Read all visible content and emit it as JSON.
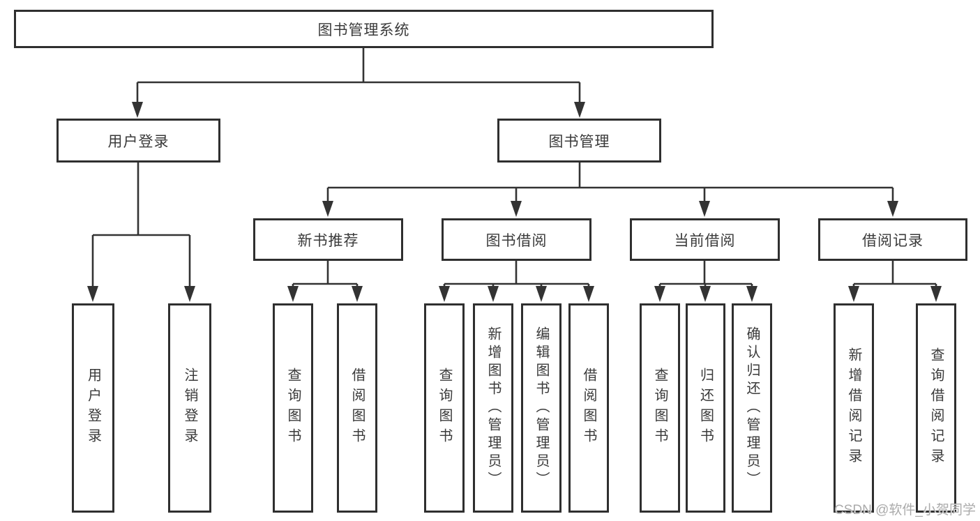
{
  "diagram": {
    "root": {
      "label": "图书管理系统"
    },
    "level2": {
      "user_login": {
        "label": "用户登录"
      },
      "book_mgmt": {
        "label": "图书管理"
      }
    },
    "level3": {
      "new_rec": {
        "label": "新书推荐"
      },
      "book_borrow": {
        "label": "图书借阅"
      },
      "cur_borrow": {
        "label": "当前借阅"
      },
      "borrow_rec": {
        "label": "借阅记录"
      }
    },
    "leaves": {
      "user_login_leaf": {
        "label": "用户登录"
      },
      "logout_leaf": {
        "label": "注销登录"
      },
      "rec_query_books": {
        "label": "查询图书"
      },
      "rec_borrow_books": {
        "label": "借阅图书"
      },
      "bb_query_books": {
        "label": "查询图书"
      },
      "bb_add_books": {
        "label": "新增图书（管理员）"
      },
      "bb_edit_books": {
        "label": "编辑图书（管理员）"
      },
      "bb_borrow_books": {
        "label": "借阅图书"
      },
      "cb_query_books": {
        "label": "查询图书"
      },
      "cb_return_books": {
        "label": "归还图书"
      },
      "cb_confirm_return": {
        "label": "确认归还（管理员）"
      },
      "br_add_record": {
        "label": "新增借阅记录"
      },
      "br_query_record": {
        "label": "查询借阅记录"
      }
    },
    "watermark": "CSDN @软件_小贺同学",
    "colors": {
      "line": "#333333",
      "border": "#2f2f2f",
      "text": "#3a3a3a",
      "watermark": "#ababab",
      "background": "#ffffff"
    }
  }
}
